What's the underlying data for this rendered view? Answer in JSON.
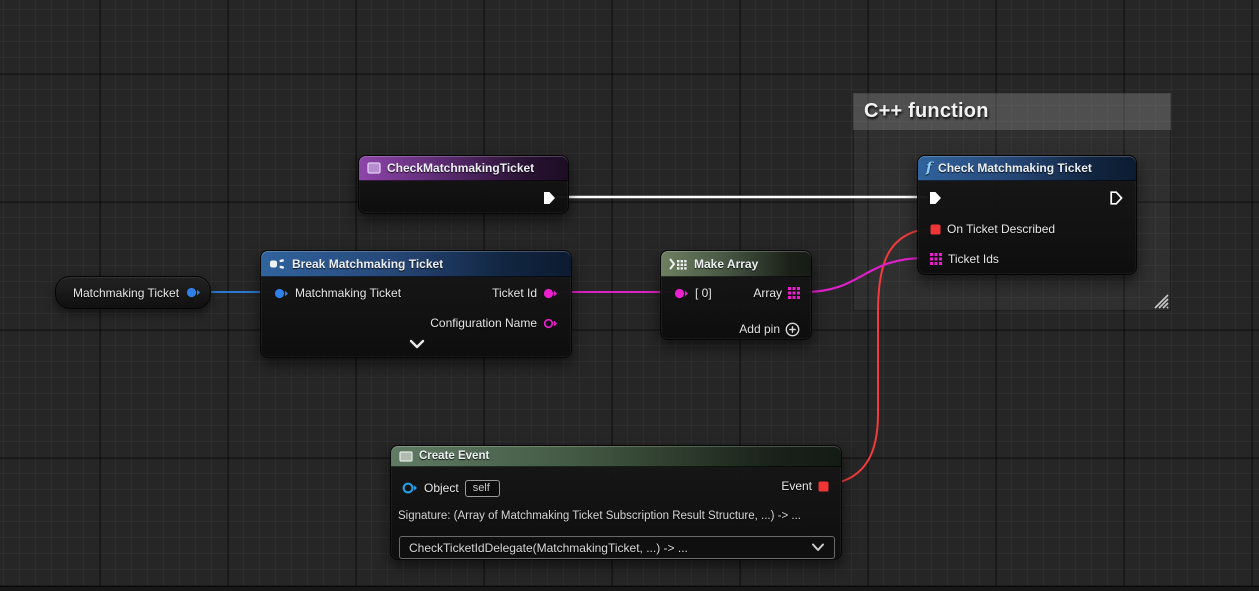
{
  "graph": {
    "comment": {
      "title": "C++ function"
    },
    "nodes": {
      "matchmaking_ticket_var": {
        "title": "Matchmaking Ticket"
      },
      "check_matchmaking_ticket_compact": {
        "title": "CheckMatchmakingTicket"
      },
      "break_matchmaking_ticket": {
        "title": "Break Matchmaking Ticket",
        "input_label": "Matchmaking Ticket",
        "output_ticket_id": "Ticket Id",
        "output_configuration_name": "Configuration Name"
      },
      "make_array": {
        "title": "Make Array",
        "input_label": "[ 0]",
        "output_label": "Array",
        "add_pin_label": "Add pin"
      },
      "check_matchmaking_ticket_fn": {
        "title": "Check Matchmaking Ticket",
        "pin_on_ticket_described": "On Ticket Described",
        "pin_ticket_ids": "Ticket Ids"
      },
      "create_event": {
        "title": "Create Event",
        "object_label": "Object",
        "object_value": "self",
        "event_label": "Event",
        "signature": "Signature: (Array of Matchmaking Ticket Subscription Result Structure, ...) -> ...",
        "delegate_selection": "CheckTicketIdDelegate(MatchmakingTicket, ...) -> ..."
      }
    },
    "icons": {
      "break_struct_icon": "struct-split glyph",
      "make_array_icon": "bracket + grid dots",
      "function_icon": "italic f",
      "event_icon": "square badge",
      "add_pin_icon": "circled plus",
      "expand_icon": "chevron-down",
      "resize_icon": "diagonal grip stripes"
    },
    "colors": {
      "canvas_bg": "#262626",
      "exec_wire": "#ffffff",
      "struct_pin": "#2f7fe8",
      "string_pin": "#e620cc",
      "delegate_pin": "#f13535",
      "object_pin": "#22a0e8",
      "header_purple": "#8e45aa",
      "header_blue": "#30639d",
      "header_green": "#607b64",
      "comment_gray": "#4a4c4b"
    }
  }
}
